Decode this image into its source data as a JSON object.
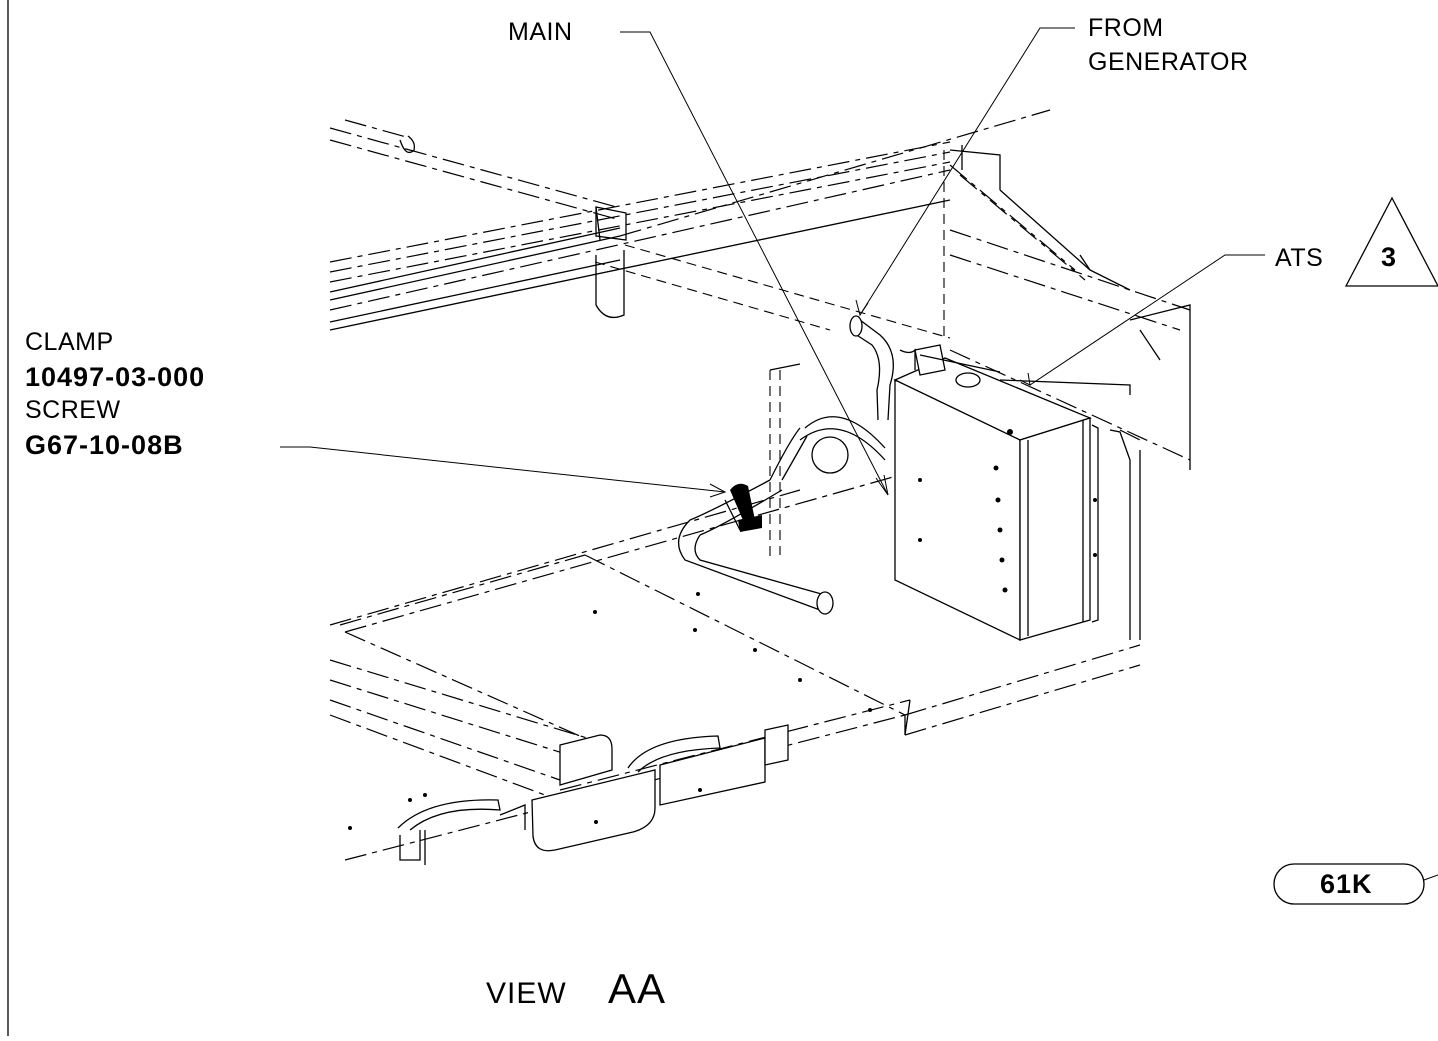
{
  "labels": {
    "main": "MAIN",
    "from_line1": "FROM",
    "from_line2": "GENERATOR",
    "ats": "ATS",
    "ats_rev": "3",
    "clamp": "CLAMP",
    "clamp_pn": "10497-03-000",
    "screw": "SCREW",
    "screw_pn": "G67-10-08B",
    "ref": "61K",
    "view_prefix": "VIEW",
    "view_id": "AA"
  }
}
